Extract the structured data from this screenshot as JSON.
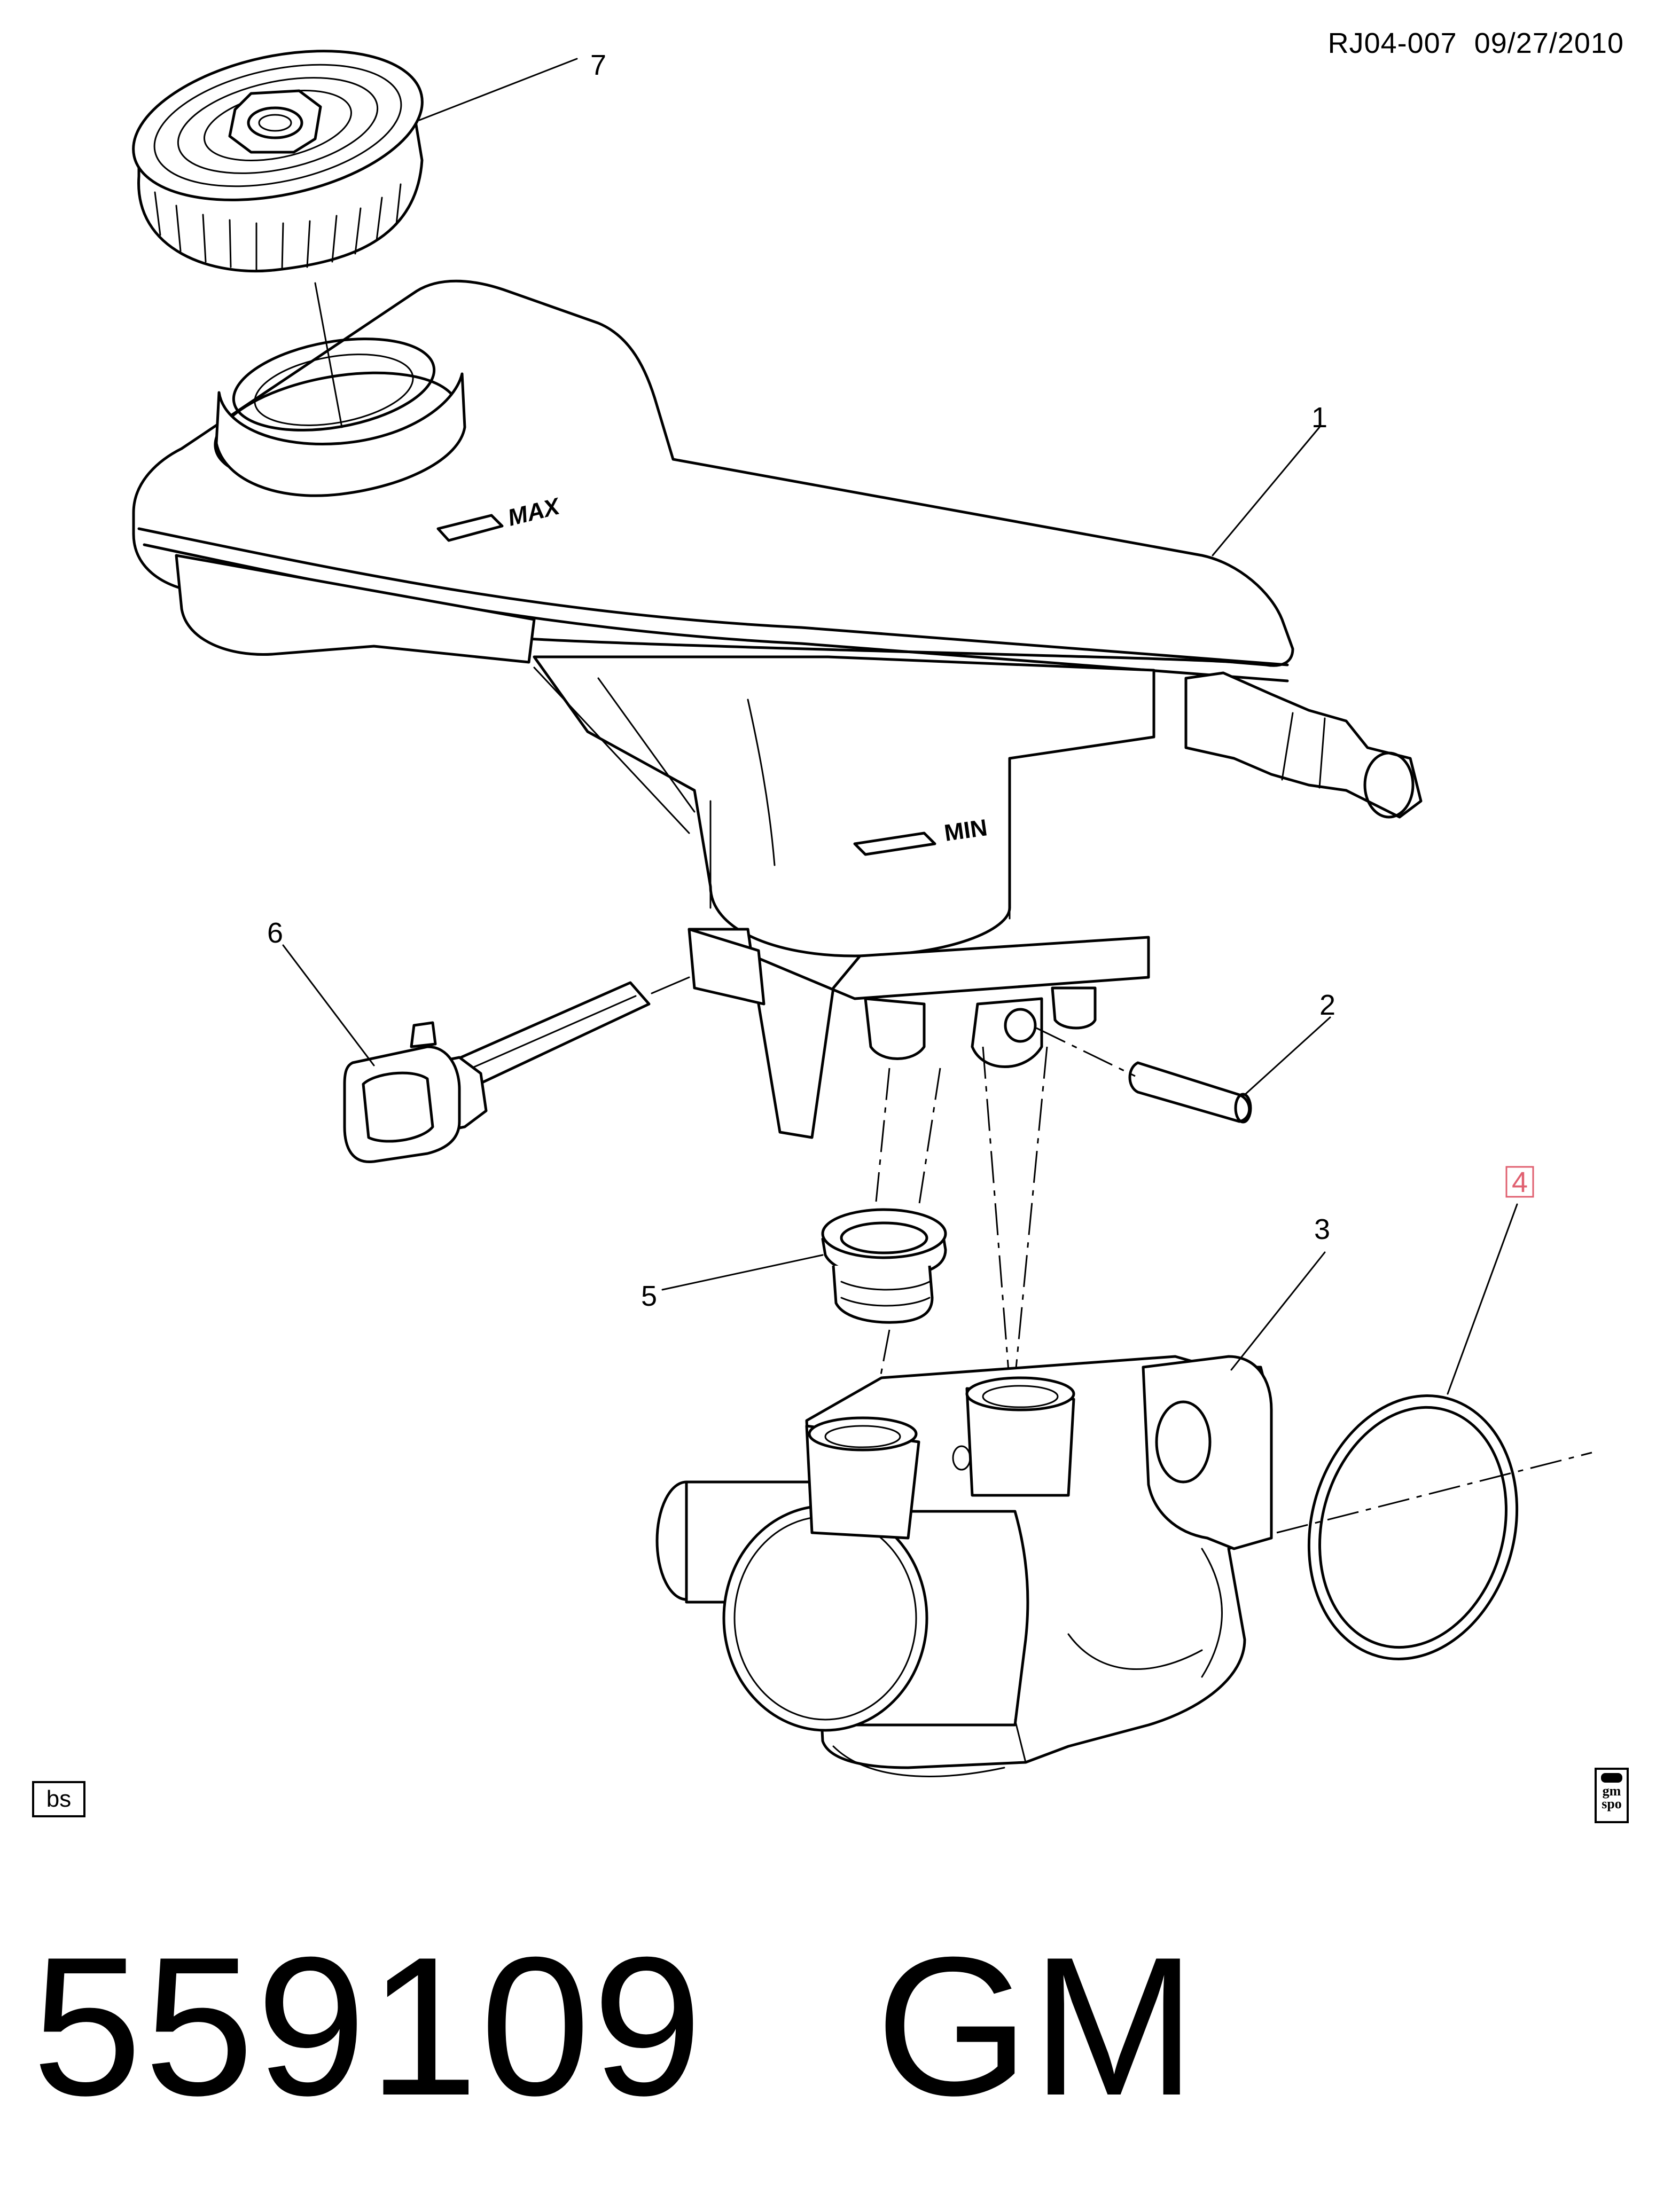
{
  "header": {
    "code": "RJ04-007",
    "date": "09/27/2010"
  },
  "callouts": [
    {
      "id": "1",
      "label": "1"
    },
    {
      "id": "2",
      "label": "2"
    },
    {
      "id": "3",
      "label": "3"
    },
    {
      "id": "4",
      "label": "4",
      "highlighted": true,
      "highlight_color": "#e06070"
    },
    {
      "id": "5",
      "label": "5"
    },
    {
      "id": "6",
      "label": "6"
    },
    {
      "id": "7",
      "label": "7"
    }
  ],
  "reservoir_marks": {
    "max": "MAX",
    "min": "MIN"
  },
  "badges": {
    "bs": "bs",
    "gm_spo_top": "gm",
    "gm_spo_bottom": "spo"
  },
  "footer": {
    "part_number": "559109",
    "brand": "GM"
  }
}
